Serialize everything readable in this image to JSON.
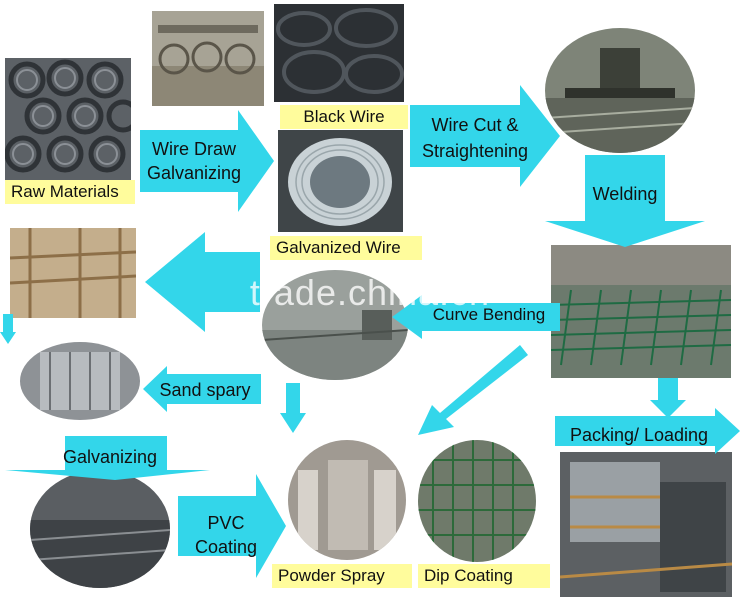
{
  "steps": {
    "raw_materials": "Raw Materials",
    "wire_draw": "Wire Draw",
    "galvanizing_1": "Galvanizing",
    "black_wire": "Black Wire",
    "galvanized_wire": "Galvanized Wire",
    "wire_cut": "Wire Cut &",
    "straightening": "Straightening",
    "welding": "Welding",
    "curve_bending": "Curve Bending",
    "sand_spary": "Sand spary",
    "galvanizing_2": "Galvanizing",
    "pvc": "PVC",
    "coating": "Coating",
    "powder_spray": "Powder Spray",
    "dip_coating": "Dip Coating",
    "packing_loading": "Packing/ Loading"
  },
  "watermark": "trade.china.cn",
  "colors": {
    "arrow": "#33d6ea",
    "label_bg": "#fffc9c"
  }
}
